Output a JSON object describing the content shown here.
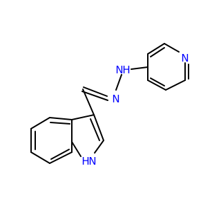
{
  "molecule": {
    "atom_labels": {
      "hydrazone_nh_n": "N",
      "hydrazone_nh_h": "H",
      "hydrazone_n": "N",
      "pyridine_n": "N",
      "indole_n": "N",
      "indole_h": "H"
    },
    "colors": {
      "bond": "#000000",
      "nitrogen": "#0000ff",
      "background": "#ffffff"
    }
  }
}
